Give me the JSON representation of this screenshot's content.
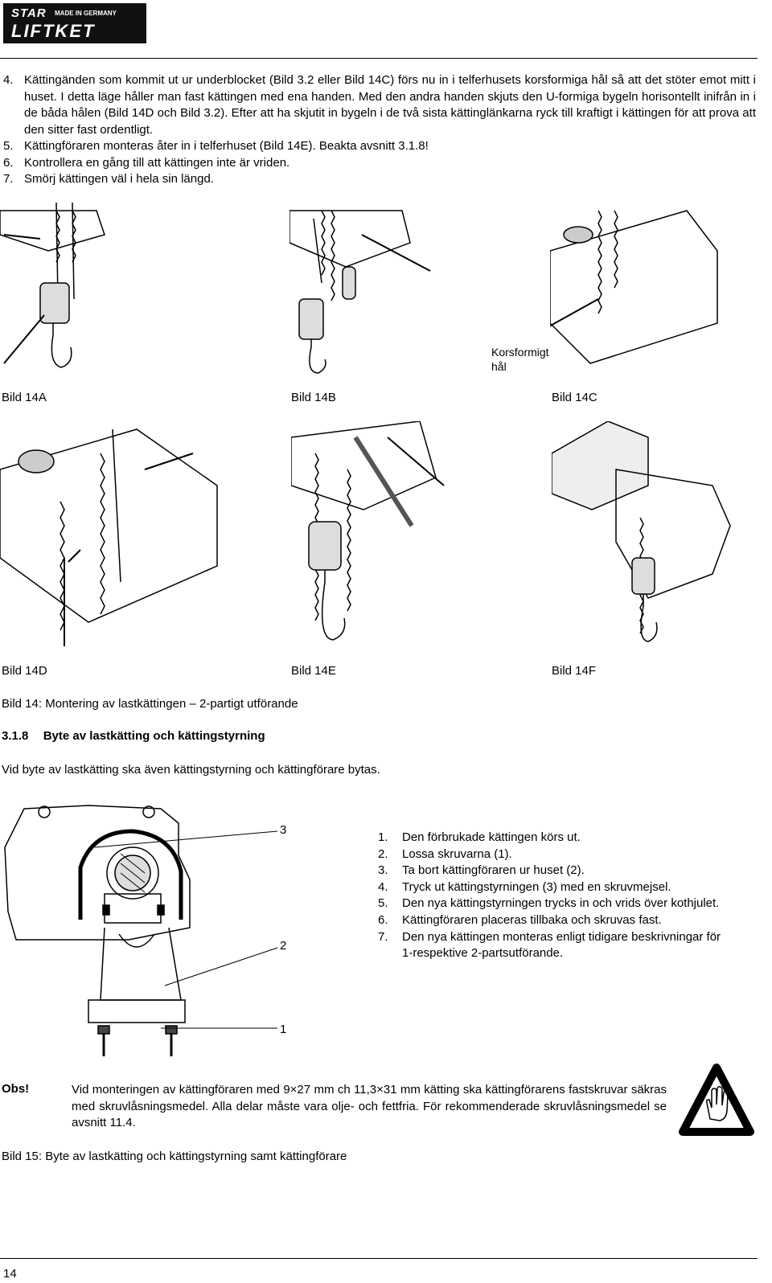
{
  "logo": {
    "top": "STAR",
    "bottom": "LIFTKET",
    "tagline": "MADE IN GERMANY"
  },
  "steps": [
    {
      "num": "4.",
      "text": "Kättingänden som kommit ut ur underblocket (Bild 3.2 eller Bild 14C) förs nu in i telferhusets korsformiga hål så att det stöter emot mitt i huset. I detta läge håller man fast kättingen med ena handen. Med den andra handen skjuts den U-formiga bygeln horisontellt inifrån in i de båda hålen (Bild 14D och Bild 3.2). Efter att ha skjutit in bygeln i de två sista kättinglänkarna ryck till kraftigt i kättingen för att prova att den sitter fast ordentligt."
    },
    {
      "num": "5.",
      "text": "Kättingföraren monteras åter in i telferhuset (Bild 14E). Beakta avsnitt 3.1.8!"
    },
    {
      "num": "6.",
      "text": "Kontrollera en gång till att kättingen inte är vriden."
    },
    {
      "num": "7.",
      "text": "Smörj kättingen väl i hela sin längd."
    }
  ],
  "figure14": {
    "callout_line1": "Korsformigt",
    "callout_line2": "hål",
    "labels": [
      "Bild 14A",
      "Bild 14B",
      "Bild 14C",
      "Bild 14D",
      "Bild 14E",
      "Bild 14F"
    ],
    "caption": "Bild 14: Montering av lastkättingen – 2-partigt utförande"
  },
  "section": {
    "number": "3.1.8",
    "title": "Byte av lastkätting och kättingstyrning",
    "intro": "Vid byte av lastkätting ska även kättingstyrning och kättingförare bytas."
  },
  "figure15": {
    "callouts": [
      "3",
      "2",
      "1"
    ],
    "caption": "Bild 15: Byte av lastkätting och kättingstyrning samt kättingförare"
  },
  "procedure": [
    {
      "num": "1.",
      "text": "Den förbrukade kättingen körs ut."
    },
    {
      "num": "2.",
      "text": "Lossa skruvarna (1)."
    },
    {
      "num": "3.",
      "text": "Ta bort kättingföraren ur huset (2)."
    },
    {
      "num": "4.",
      "text": "Tryck ut kättingstyrningen (3) med en skruvmejsel."
    },
    {
      "num": "5.",
      "text": "Den nya kättingstyrningen trycks in och vrids över kothjulet."
    },
    {
      "num": "6.",
      "text": "Kättingföraren placeras tillbaka och skruvas fast."
    },
    {
      "num": "7.",
      "text": "Den nya kättingen monteras enligt tidigare beskrivningar för 1-respektive 2-partsutförande."
    }
  ],
  "obs": {
    "label": "Obs!",
    "text": "Vid monteringen av kättingföraren med 9×27 mm ch 11,3×31 mm kätting ska kättingförarens fastskruvar säkras med skruvlåsningsmedel. Alla delar måste vara olje- och fettfria. För rekommenderade skruvlåsningsmedel se avsnitt 11.4."
  },
  "page_number": "14"
}
